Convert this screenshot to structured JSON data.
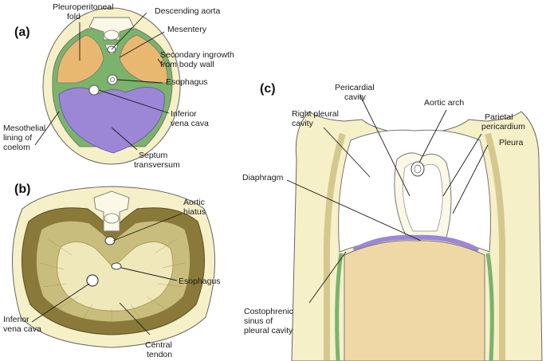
{
  "panels": {
    "a": "(a)",
    "b": "(b)",
    "c": "(c)"
  },
  "labels_a": {
    "pleuroperitoneal_1": "Pleuroperitoneal",
    "pleuroperitoneal_2": "fold",
    "descending_aorta": "Descending aorta",
    "mesentery": "Mesentery",
    "secondary_1": "Secondary ingrowth",
    "secondary_2": "from body wall",
    "esophagus": "Esophagus",
    "ivc_1": "Inferior",
    "ivc_2": "vena cava",
    "meso_1": "Mesothelial",
    "meso_2": "lining of",
    "meso_3": "coelom",
    "septum_1": "Septum",
    "septum_2": "transversum"
  },
  "labels_b": {
    "aortic_1": "Aortic",
    "aortic_2": "hiatus",
    "esophagus": "Esophagus",
    "ivc_1": "Inferior",
    "ivc_2": "vena cava",
    "central_1": "Central",
    "central_2": "tendon"
  },
  "labels_c": {
    "pericardial_1": "Pericardial",
    "pericardial_2": "cavity",
    "aortic_arch": "Aortic arch",
    "right_pleural_1": "Right pleural",
    "right_pleural_2": "cavity",
    "parietal_1": "Parietal",
    "parietal_2": "pericardium",
    "pleura": "Pleura",
    "diaphragm": "Diaphragm",
    "costo_1": "Costophrenic",
    "costo_2": "sinus of",
    "costo_3": "pleural cavity"
  },
  "colors": {
    "body_cream": "#f5f0c8",
    "tan": "#e8b870",
    "purple": "#9b87d6",
    "green": "#7bb36b",
    "muscle_dark": "#8a7a3a",
    "muscle_light": "#d9cf96"
  }
}
